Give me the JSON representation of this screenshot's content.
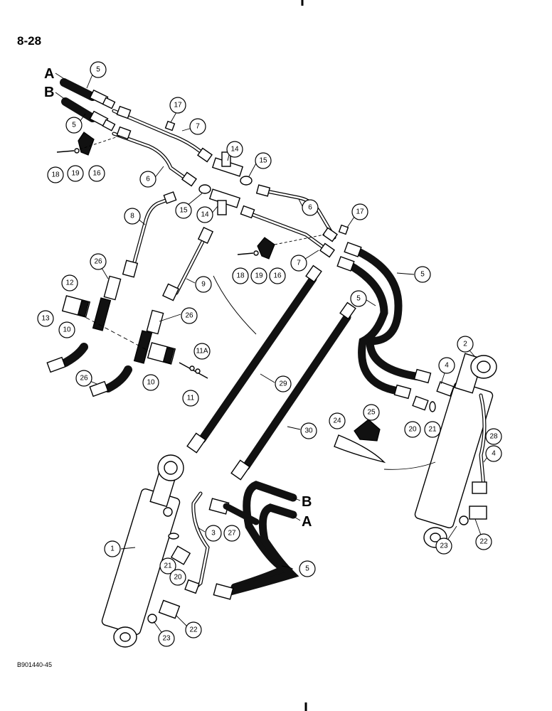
{
  "page": {
    "number": "8-28",
    "figure_code": "B901440-45"
  },
  "hose_letters": [
    "A",
    "B",
    "B",
    "A"
  ],
  "callouts": [
    "5",
    "5",
    "17",
    "7",
    "18",
    "19",
    "16",
    "6",
    "14",
    "15",
    "15",
    "14",
    "6",
    "17",
    "8",
    "9",
    "7",
    "18",
    "19",
    "16",
    "5",
    "5",
    "26",
    "12",
    "13",
    "10",
    "26",
    "26",
    "10",
    "11A",
    "11",
    "29",
    "30",
    "2",
    "4",
    "20",
    "21",
    "24",
    "25",
    "28",
    "4",
    "1",
    "3",
    "27",
    "21",
    "20",
    "22",
    "23",
    "23",
    "22",
    "5"
  ]
}
